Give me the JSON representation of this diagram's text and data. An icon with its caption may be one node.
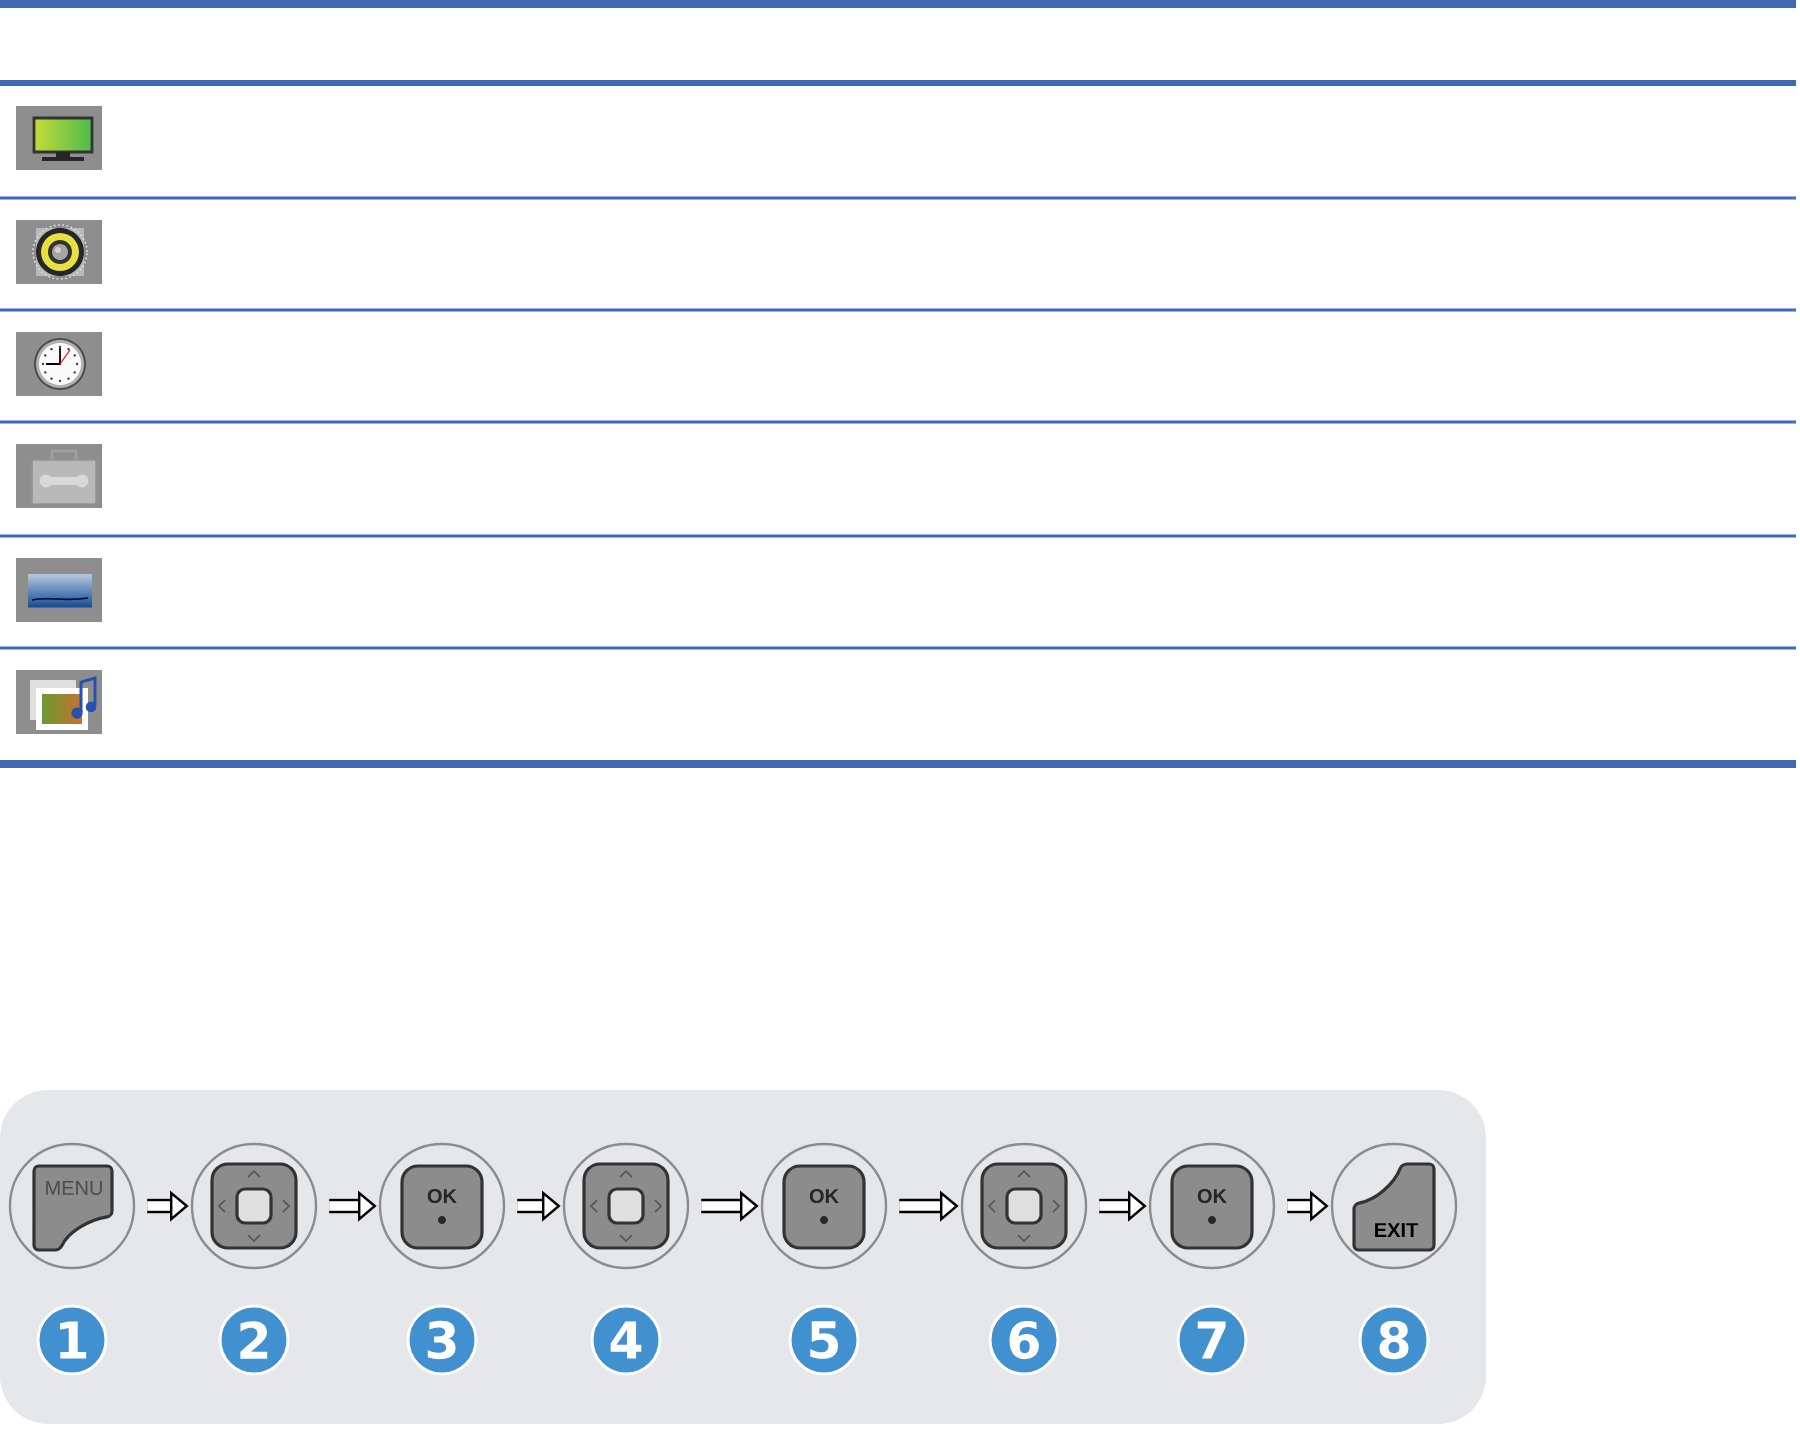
{
  "diagram": {
    "nodes": [
      {
        "text": [
          "MENU"
        ],
        "beside": [
          "1"
        ]
      },
      {
        "text": [],
        "shape": "circle",
        "beside": [
          "2"
        ]
      },
      {
        "text": [
          "OK"
        ],
        "beside": [
          "3"
        ]
      },
      {
        "text": [],
        "shape": "circle",
        "beside": [
          "4"
        ]
      },
      {
        "text": [
          "OK"
        ],
        "beside": [
          "5"
        ]
      },
      {
        "text": [],
        "shape": "circle",
        "beside": [
          "6"
        ]
      },
      {
        "text": [
          "OK"
        ],
        "beside": [
          "7"
        ]
      },
      {
        "text": [
          "EXIT"
        ],
        "beside": [
          "8"
        ]
      }
    ],
    "edges": [
      {
        "from": 0,
        "to": 1,
        "arrow": "to"
      },
      {
        "from": 1,
        "to": 2,
        "arrow": "to"
      },
      {
        "from": 2,
        "to": 3,
        "arrow": "to"
      },
      {
        "from": 3,
        "to": 4,
        "arrow": "to"
      },
      {
        "from": 4,
        "to": 5,
        "arrow": "to"
      },
      {
        "from": 5,
        "to": 6,
        "arrow": "to"
      },
      {
        "from": 6,
        "to": 7,
        "arrow": "to"
      }
    ]
  }
}
